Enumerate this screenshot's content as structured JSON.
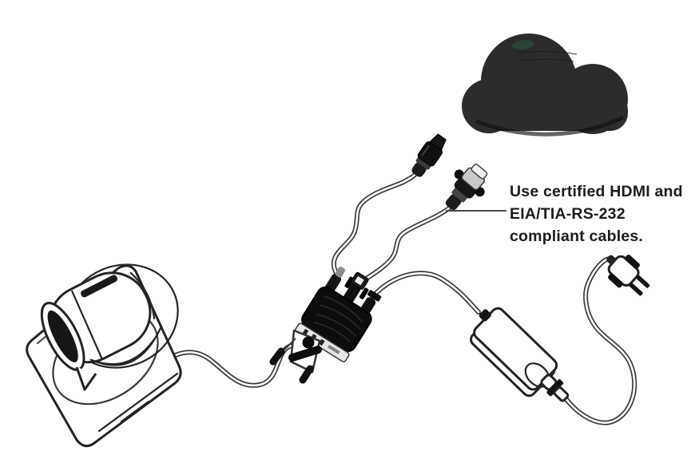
{
  "annotation": {
    "line1": "Use certified HDMI and",
    "line2": "EIA/TIA-RS-232",
    "line3": "compliant cables.",
    "full_text": "Use certified HDMI and EIA/TIA-RS-232 compliant cables."
  },
  "colors": {
    "background": "#ffffff",
    "cloud": "#2c2c2c",
    "cloud_rim": "#101010",
    "adapter_body": "#0d0d0d",
    "line_art_stroke": "#242424",
    "cable_outline": "#3b3b3b",
    "cable_fill": "#fcfcfc",
    "annotation_text": "#1c1c1c",
    "leader_line": "#4a4a4a",
    "metal_edge": "#e6e6e6",
    "connector_gray": "#c9c9c9"
  },
  "components": {
    "cloud": "cloud",
    "camera": "camera on stand",
    "breakout_adapter": "breakout adapter",
    "hdmi_connector": "HDMI connector",
    "rs232_connector": "RS-232 DB9 connector",
    "power_adapter": "power adapter brick",
    "ac_plug": "two-prong AC plug",
    "camera_cable": "camera cable",
    "hdmi_cable": "HDMI cable",
    "rs232_cable": "RS-232 cable",
    "power_cable": "power cable",
    "power_cord": "AC power cord"
  }
}
